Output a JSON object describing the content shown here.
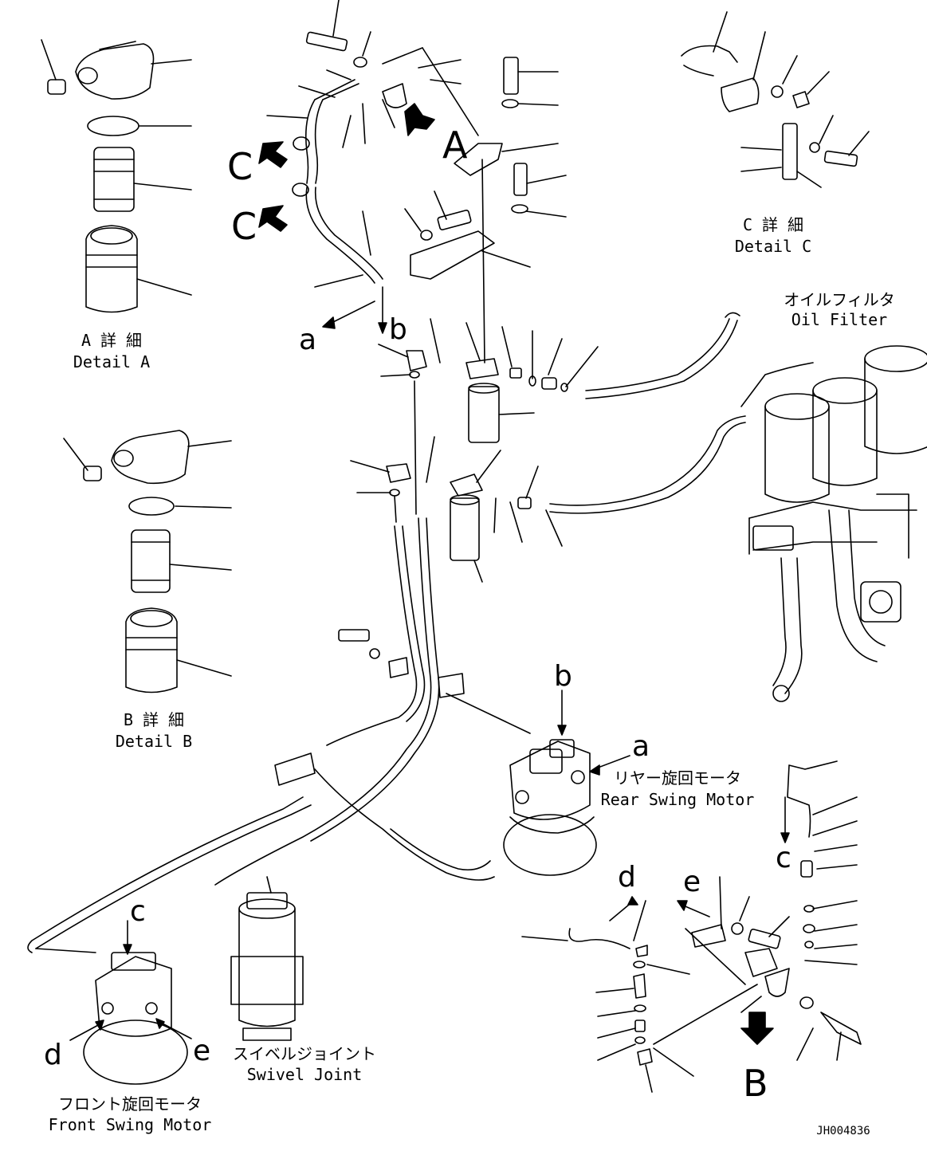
{
  "detail_a": {
    "ja": "A 詳 細",
    "en": "Detail A"
  },
  "detail_b": {
    "ja": "B 詳 細",
    "en": "Detail B"
  },
  "detail_c": {
    "ja": "C 詳 細",
    "en": "Detail C"
  },
  "oil_filter": {
    "ja": "オイルフィルタ",
    "en": "Oil Filter"
  },
  "rear_swing_motor": {
    "ja": "リヤー旋回モータ",
    "en": "Rear Swing Motor"
  },
  "swivel_joint": {
    "ja": "スイベルジョイント",
    "en": "Swivel Joint"
  },
  "front_swing_motor": {
    "ja": "フロント旋回モータ",
    "en": "Front Swing Motor"
  },
  "view_markers": {
    "A": "A",
    "B": "B",
    "C": "C"
  },
  "connection_letters": {
    "a": "a",
    "b": "b",
    "c": "c",
    "d": "d",
    "e": "e"
  },
  "drawing_code": "JH004836"
}
